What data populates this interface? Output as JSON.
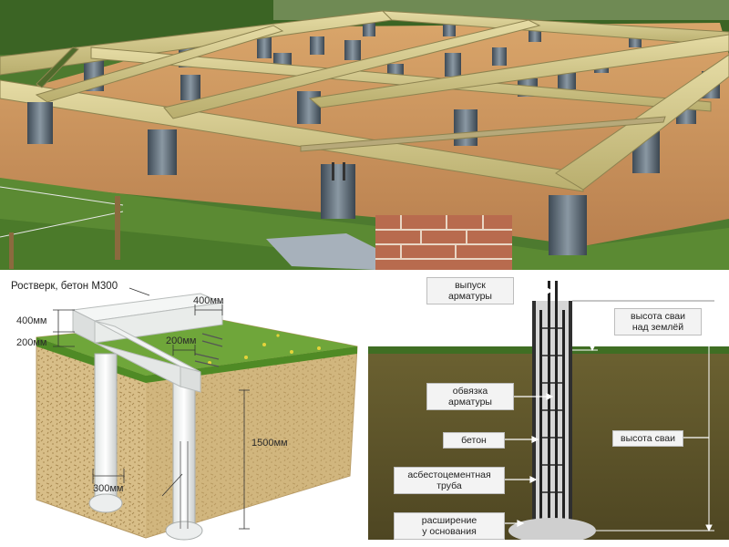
{
  "left_diagram": {
    "title": "Ростверк, бетон М300",
    "dims": {
      "top_width": "400мм",
      "top_height": "400мм",
      "beam_depth": "200мм",
      "pile_width": "200мм",
      "pile_depth": "1500мм",
      "base_width": "300мм"
    }
  },
  "right_diagram": {
    "labels": {
      "rebar_outlet_line1": "выпуск",
      "rebar_outlet_line2": "арматуры",
      "height_above_line1": "высота сваи",
      "height_above_line2": "над землёй",
      "rebar_binding_line1": "обвязка",
      "rebar_binding_line2": "арматуры",
      "concrete": "бетон",
      "pile_height": "высота сваи",
      "pipe_line1": "асбестоцементная",
      "pipe_line2": "труба",
      "base_ext_line1": "расширение",
      "base_ext_line2": "у основания"
    }
  },
  "colors": {
    "soil": "#d9c08a",
    "grass": "#5f9b2f",
    "concrete": "#e9eceb",
    "sky": "#ffffff",
    "earth_dark": "#59502c",
    "timber": "#cfc58b",
    "sand": "#c9925a"
  }
}
